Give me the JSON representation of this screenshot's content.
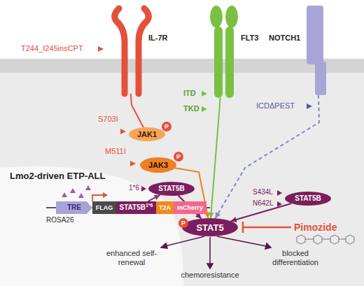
{
  "diagram": {
    "nodes": [
      {
        "text": [
          "IL-7R"
        ]
      },
      {
        "text": [
          "FLT3"
        ]
      },
      {
        "text": [
          "NOTCH1"
        ]
      },
      {
        "text": [
          "JAK1"
        ]
      },
      {
        "text": [
          "P"
        ]
      },
      {
        "text": [
          "JAK3"
        ]
      },
      {
        "text": [
          "P"
        ]
      },
      {
        "text": [
          "TRE"
        ]
      },
      {
        "text": [
          "FLAG"
        ]
      },
      {
        "text": [
          "STAT5B",
          "1*6"
        ]
      },
      {
        "text": [
          "T2A"
        ]
      },
      {
        "text": [
          "mCherry"
        ]
      },
      {
        "text": [
          "STAT5B"
        ]
      },
      {
        "text": [
          "STAT5B"
        ]
      },
      {
        "text": [
          "STAT5"
        ]
      },
      {
        "text": [
          "P"
        ]
      }
    ],
    "edges": [
      {
        "from": 0,
        "to": 3,
        "arrow": "none"
      },
      {
        "from": 5,
        "to": 14,
        "arrow": "to"
      },
      {
        "from": 1,
        "to": 14,
        "arrow": "to"
      },
      {
        "from": 2,
        "to": 14,
        "arrow": "to"
      },
      {
        "from": 9,
        "to": 12,
        "arrow": "to"
      },
      {
        "from": 12,
        "to": 14,
        "arrow": "to"
      },
      {
        "from": 13,
        "to": 14,
        "arrow": "to"
      }
    ],
    "labels": [
      "T244_I245insCPT",
      "ITD",
      "TKD",
      "ICDΔPEST",
      "S703I",
      "M511I",
      "Lmo2-driven ETP-ALL",
      "1*6",
      "S434L",
      "N642L",
      "Pimozide",
      "ROSA26",
      "enhanced self-renewal",
      "chemoresistance",
      "blocked differentiation"
    ]
  }
}
